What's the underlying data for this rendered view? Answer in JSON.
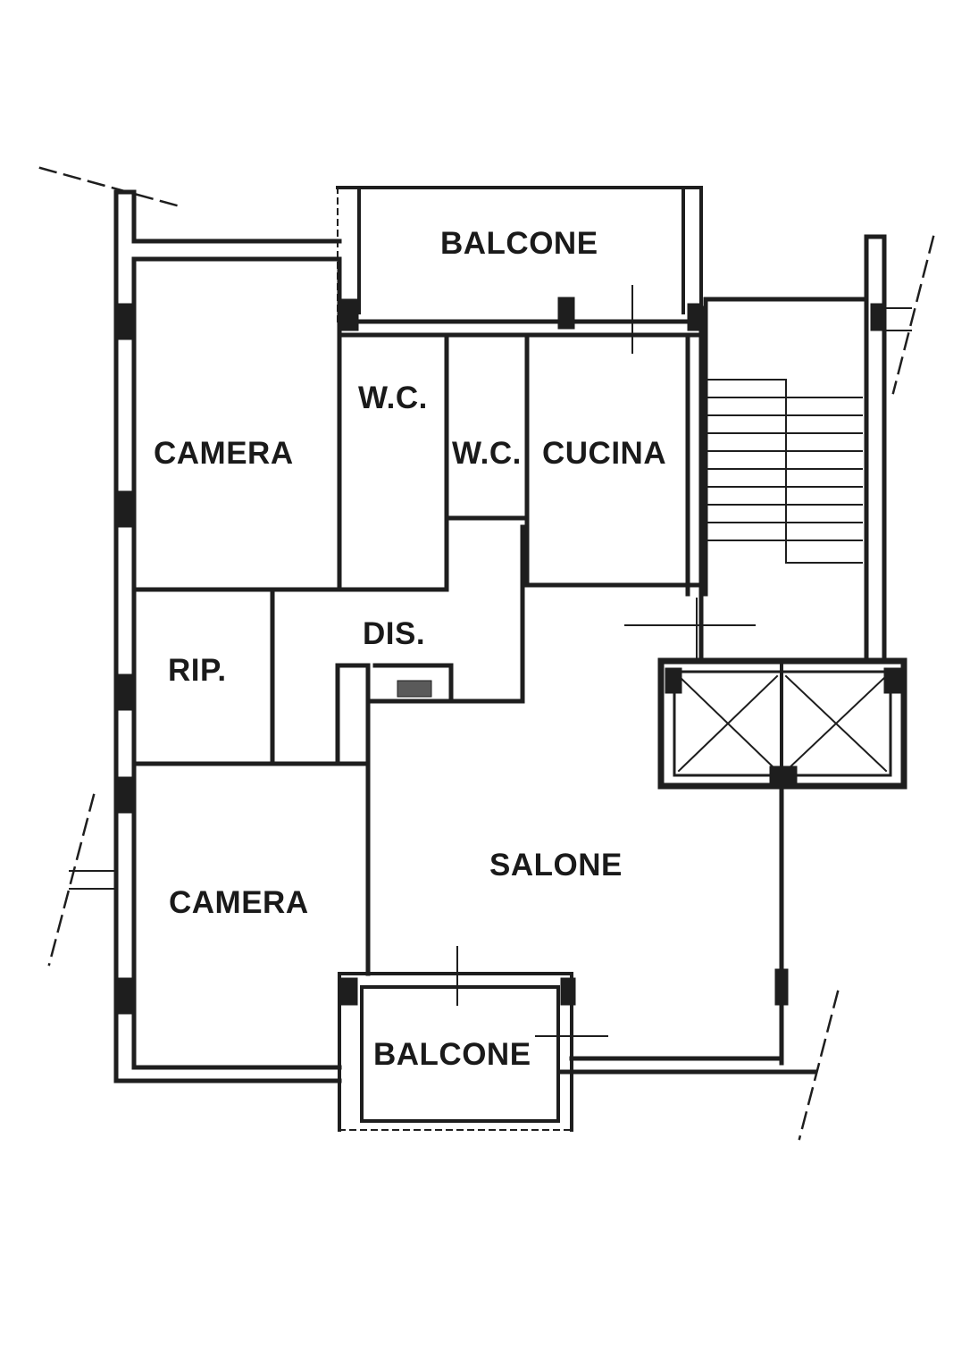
{
  "floor_plan": {
    "rooms": [
      {
        "id": "balcone-top",
        "label": "BALCONE"
      },
      {
        "id": "camera-top",
        "label": "CAMERA"
      },
      {
        "id": "wc-1",
        "label": "W.C."
      },
      {
        "id": "wc-2",
        "label": "W.C."
      },
      {
        "id": "cucina",
        "label": "CUCINA"
      },
      {
        "id": "dis",
        "label": "DIS."
      },
      {
        "id": "rip",
        "label": "RIP."
      },
      {
        "id": "camera-bottom",
        "label": "CAMERA"
      },
      {
        "id": "salone",
        "label": "SALONE"
      },
      {
        "id": "balcone-bottom",
        "label": "BALCONE"
      }
    ],
    "colors": {
      "wall": "#1e1e1e",
      "background": "#ffffff",
      "text": "#1a1a1a"
    }
  }
}
